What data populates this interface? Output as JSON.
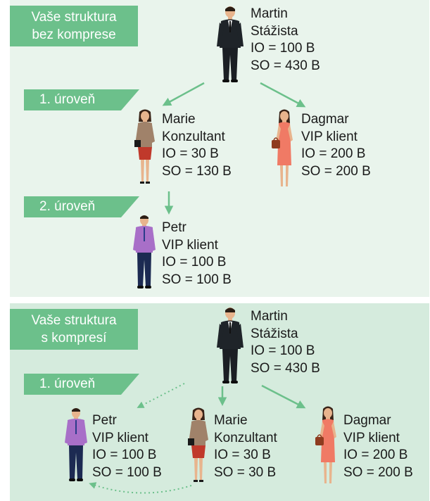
{
  "top": {
    "badge": [
      "Vaše struktura",
      "bez komprese"
    ],
    "level1": "1. úroveň",
    "level2": "2. úroveň",
    "martin": {
      "name": "Martin",
      "role": "Stážista",
      "io": "IO = 100 B",
      "so": "SO = 430 B"
    },
    "marie": {
      "name": "Marie",
      "role": "Konzultant",
      "io": "IO = 30 B",
      "so": "SO = 130 B"
    },
    "dagmar": {
      "name": "Dagmar",
      "role": "VIP klient",
      "io": "IO = 200 B",
      "so": "SO = 200 B"
    },
    "petr": {
      "name": "Petr",
      "role": "VIP klient",
      "io": "IO = 100 B",
      "so": "SO = 100 B"
    }
  },
  "bottom": {
    "badge": [
      "Vaše struktura",
      "s kompresí"
    ],
    "level1": "1. úroveň",
    "martin": {
      "name": "Martin",
      "role": "Stážista",
      "io": "IO = 100 B",
      "so": "SO = 430 B"
    },
    "petr": {
      "name": "Petr",
      "role": "VIP klient",
      "io": "IO = 100 B",
      "so": "SO = 100 B"
    },
    "marie": {
      "name": "Marie",
      "role": "Konzultant",
      "io": "IO = 30 B",
      "so": "SO = 30 B"
    },
    "dagmar": {
      "name": "Dagmar",
      "role": "VIP klient",
      "io": "IO = 200 B",
      "so": "SO = 200 B"
    }
  },
  "colors": {
    "accent": "#6cc08b",
    "panel_top": "#e9f4ec",
    "panel_bottom": "#d5ebdd"
  },
  "icons": [
    "man-suit-icon",
    "woman-brown-dress-icon",
    "woman-coral-dress-icon",
    "man-purple-shirt-icon"
  ]
}
